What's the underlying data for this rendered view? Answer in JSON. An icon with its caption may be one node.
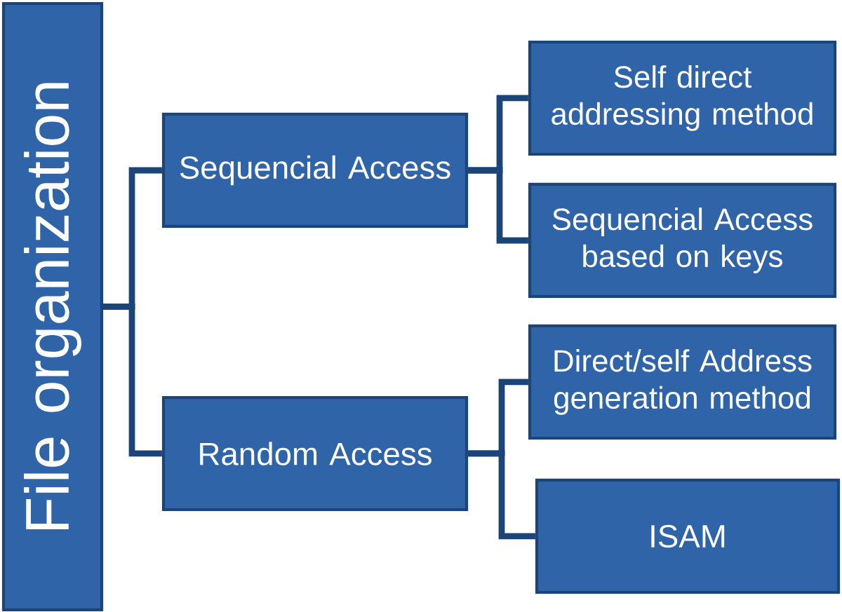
{
  "diagram": {
    "nodes": [
      {
        "text": [
          "File organization"
        ]
      },
      {
        "text": [
          "Sequencial Access"
        ]
      },
      {
        "text": [
          "Random Access"
        ]
      },
      {
        "text": [
          "Self direct addressing method"
        ]
      },
      {
        "text": [
          "Sequencial Access based on keys"
        ]
      },
      {
        "text": [
          "Direct/self Address generation method"
        ]
      },
      {
        "text": [
          "ISAM"
        ]
      }
    ],
    "edges": [
      {
        "from": 0,
        "to": 1,
        "arrow": "none"
      },
      {
        "from": 0,
        "to": 2,
        "arrow": "none"
      },
      {
        "from": 1,
        "to": 3,
        "arrow": "none"
      },
      {
        "from": 1,
        "to": 4,
        "arrow": "none"
      },
      {
        "from": 2,
        "to": 5,
        "arrow": "none"
      },
      {
        "from": 2,
        "to": 6,
        "arrow": "none"
      }
    ]
  }
}
